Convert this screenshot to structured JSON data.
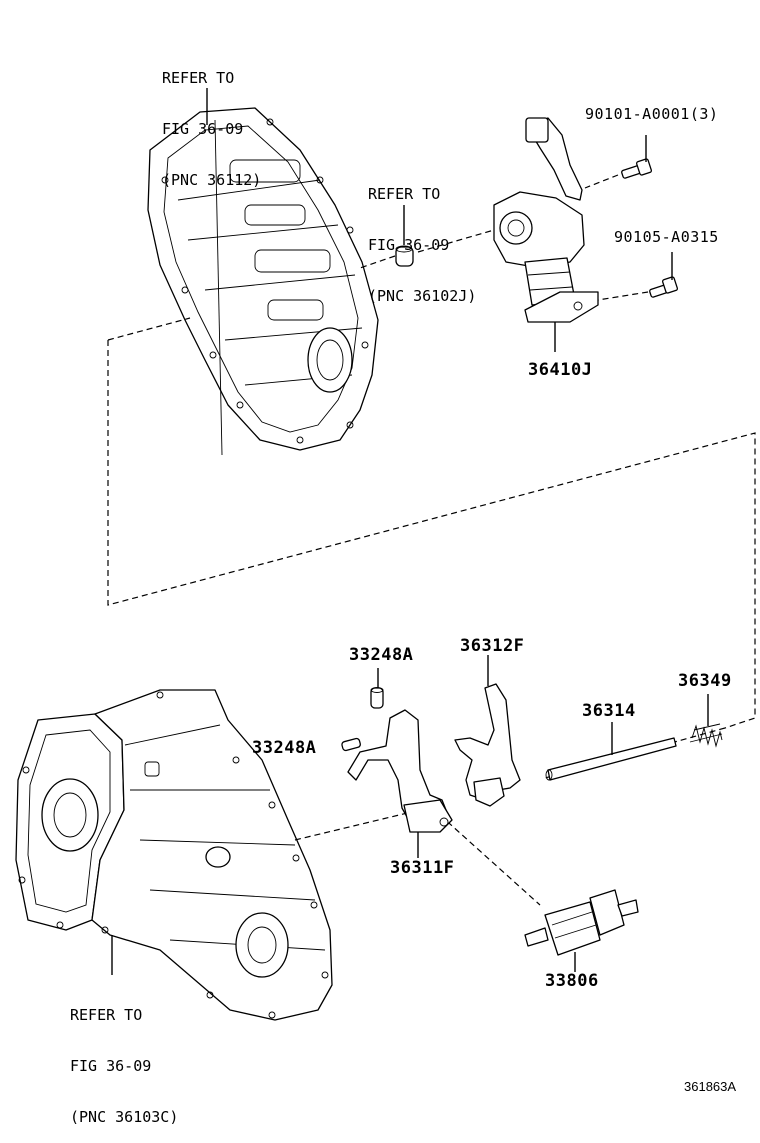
{
  "diagram": {
    "references": [
      {
        "id": "ref-36112",
        "lines": [
          "REFER TO",
          "FIG 36-09",
          "(PNC 36112)"
        ]
      },
      {
        "id": "ref-36102j",
        "lines": [
          "REFER TO",
          "FIG 36-09",
          "(PNC 36102J)"
        ]
      },
      {
        "id": "ref-36103c",
        "lines": [
          "REFER TO",
          "FIG 36-09",
          "(PNC 36103C)"
        ]
      }
    ],
    "part_numbers": {
      "p90101": "90101-A0001(3)",
      "p90105": "90105-A0315",
      "p36410j": "36410J",
      "p33248a_top": "33248A",
      "p33248a_left": "33248A",
      "p36312f": "36312F",
      "p36349": "36349",
      "p36314": "36314",
      "p36311f": "36311F",
      "p33806": "33806"
    },
    "figure_code": "361863A"
  }
}
